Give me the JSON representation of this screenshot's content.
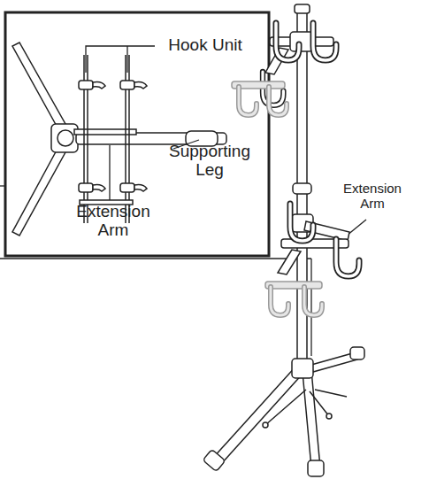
{
  "diagram": {
    "labels": [
      "Hook Unit",
      "Supporting Leg",
      "Extension Arm",
      "Extension Arm"
    ]
  }
}
